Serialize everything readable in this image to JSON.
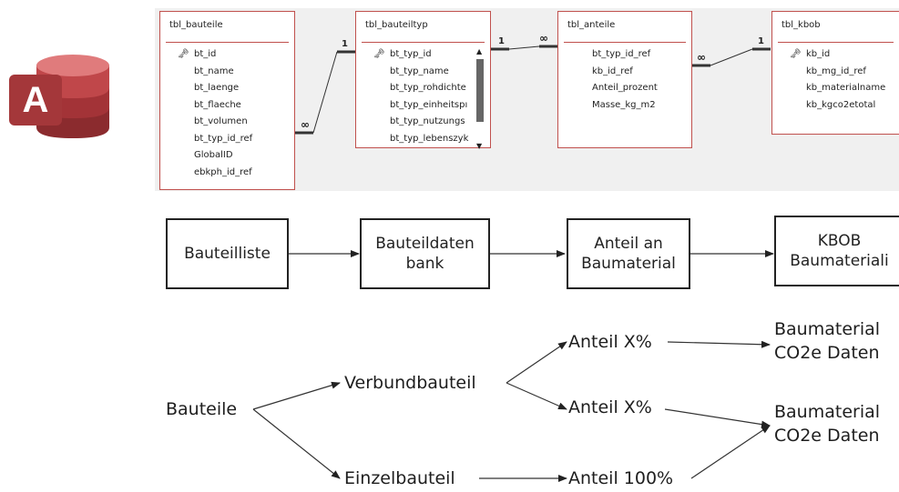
{
  "logo": {
    "letter": "A",
    "name": "access-logo-icon"
  },
  "relationships": {
    "tables": [
      {
        "name": "tbl_bauteile",
        "fields": [
          "bt_id",
          "bt_name",
          "bt_laenge",
          "bt_flaeche",
          "bt_volumen",
          "bt_typ_id_ref",
          "GlobalID",
          "ebkph_id_ref"
        ],
        "primary_key": "bt_id"
      },
      {
        "name": "tbl_bauteiltyp",
        "fields": [
          "bt_typ_id",
          "bt_typ_name",
          "bt_typ_rohdichte",
          "bt_typ_einheitspı",
          "bt_typ_nutzungs",
          "bt_typ_lebenszyk"
        ],
        "primary_key": "bt_typ_id"
      },
      {
        "name": "tbl_anteile",
        "fields": [
          "bt_typ_id_ref",
          "kb_id_ref",
          "Anteil_prozent",
          "Masse_kg_m2"
        ]
      },
      {
        "name": "tbl_kbob",
        "fields": [
          "kb_id",
          "kb_mg_id_ref",
          "kb_materialname",
          "kb_kgco2etotal"
        ],
        "primary_key": "kb_id"
      }
    ],
    "links": [
      {
        "one": "1",
        "many": "∞"
      },
      {
        "one": "1",
        "many": "∞"
      },
      {
        "one": "1",
        "many": "∞"
      }
    ]
  },
  "flow": {
    "boxes": [
      {
        "label": "Bauteilliste"
      },
      {
        "label": "Bauteildaten\nbank"
      },
      {
        "label": "Anteil an\nBaumaterial"
      },
      {
        "label": "KBOB\nBaumateriali"
      }
    ]
  },
  "tree": {
    "root": "Bauteile",
    "composite": "Verbundbauteil",
    "single": "Einzelbauteil",
    "share_a": "Anteil X%",
    "share_b": "Anteil X%",
    "share_full": "Anteil 100%",
    "target_1": "Baumaterial\nCO2e Daten",
    "target_2": "Baumaterial\nCO2e Daten"
  },
  "colors": {
    "table_border": "#c0504d",
    "background": "#f0f0f0",
    "logo_red": "#a4373a"
  }
}
